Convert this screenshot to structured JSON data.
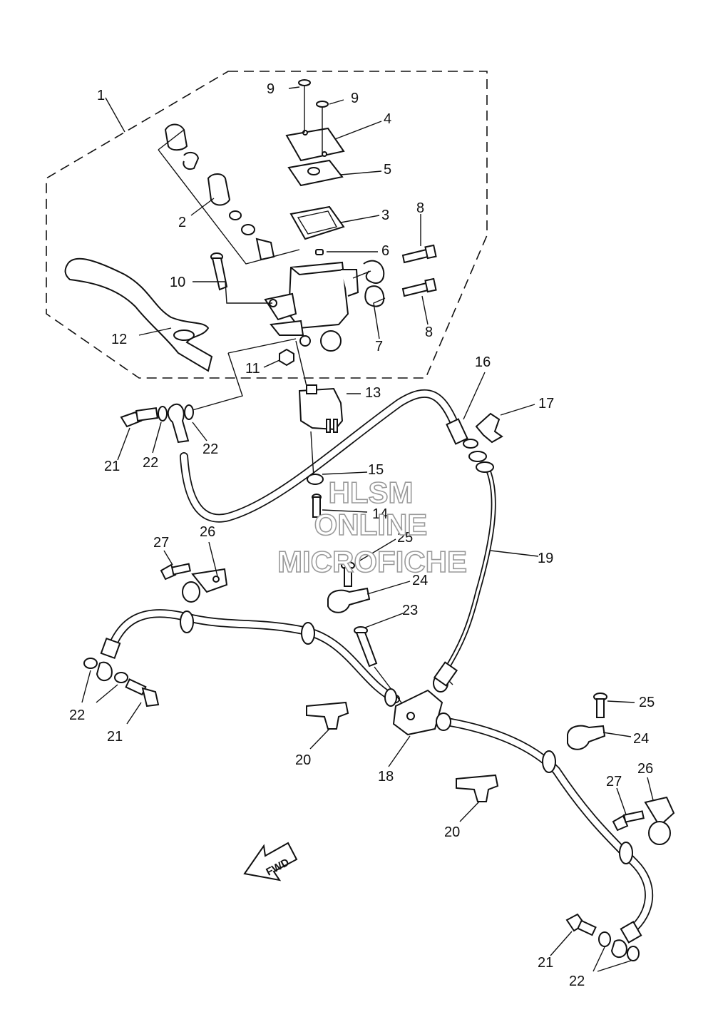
{
  "watermark": {
    "line1": "HLSM",
    "line2": "ONLINE",
    "line3": "MICROFICHE"
  },
  "direction_arrow": {
    "label": "FWD"
  },
  "labels": {
    "l1": "1",
    "l2": "2",
    "l3": "3",
    "l4": "4",
    "l5": "5",
    "l6": "6",
    "l7": "7",
    "l8a": "8",
    "l8b": "8",
    "l9a": "9",
    "l9b": "9",
    "l10": "10",
    "l11": "11",
    "l12": "12",
    "l13": "13",
    "l14": "14",
    "l15": "15",
    "l16": "16",
    "l17": "17",
    "l18": "18",
    "l19": "19",
    "l20a": "20",
    "l20b": "20",
    "l21a": "21",
    "l21b": "21",
    "l21c": "21",
    "l22a": "22",
    "l22b": "22",
    "l22c": "22",
    "l22d": "22",
    "l23": "23",
    "l24a": "24",
    "l24b": "24",
    "l25a": "25",
    "l25b": "25",
    "l26a": "26",
    "l26b": "26",
    "l27a": "27",
    "l27b": "27"
  }
}
